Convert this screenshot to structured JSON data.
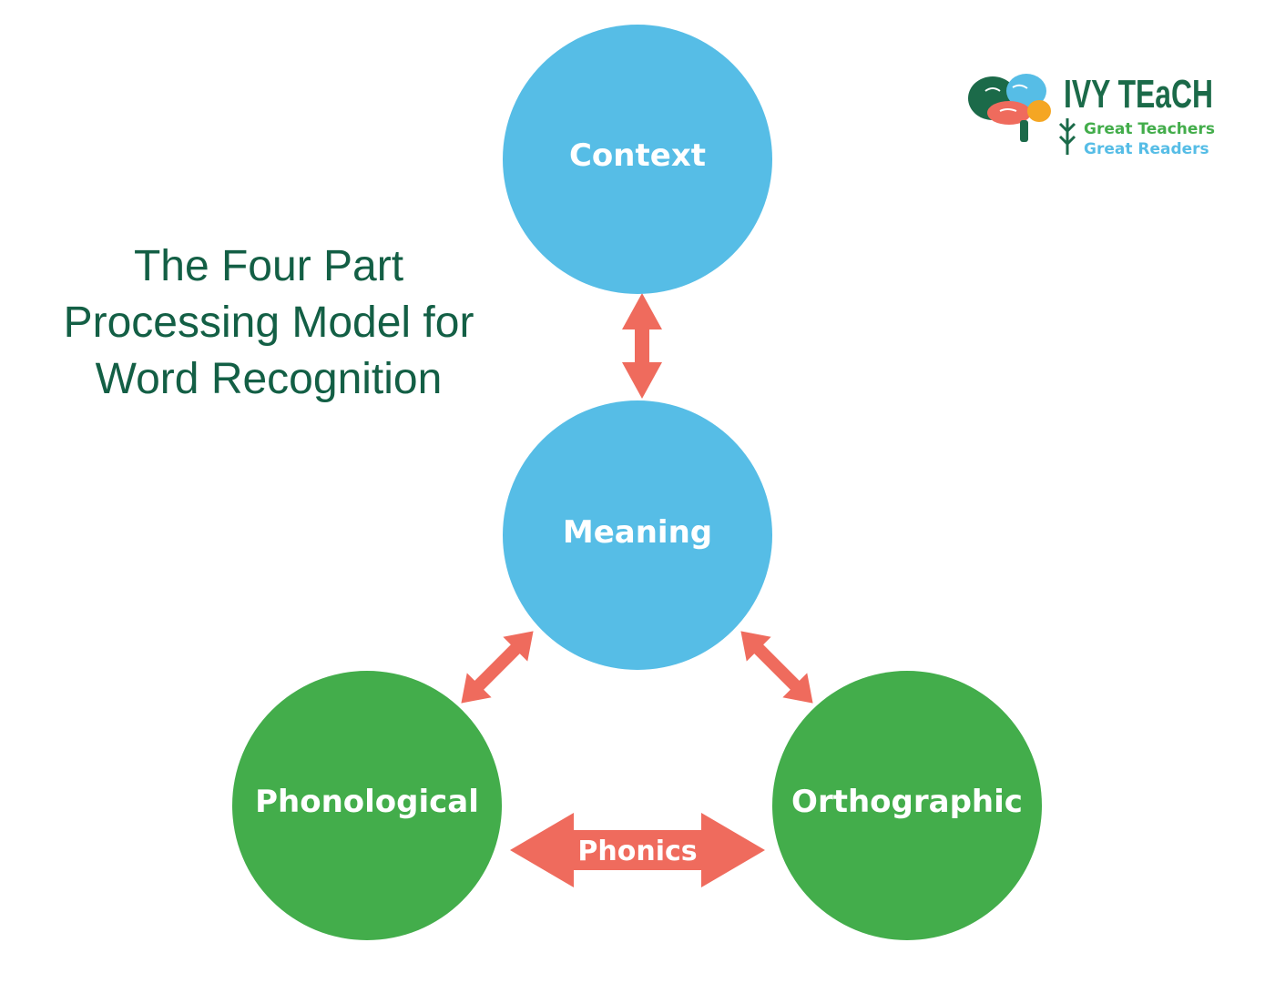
{
  "title": {
    "lines": [
      "The Four Part",
      "Processing Model for",
      "Word Recognition"
    ]
  },
  "logo": {
    "name": "IVY TEaCH",
    "tagline_1": "Great Teachers",
    "tagline_2": "Great Readers",
    "icon": "brain-icon"
  },
  "nodes": {
    "context": "Context",
    "meaning": "Meaning",
    "phonological": "Phonological",
    "orthographic": "Orthographic"
  },
  "arrows": {
    "phonics": "Phonics"
  },
  "colors": {
    "blue_node": "#56bde6",
    "green_node": "#43ad4b",
    "arrow": "#ef6b5d",
    "title_text": "#135f45",
    "logo_green": "#1b6a49",
    "tagline_green": "#43ad4b",
    "tagline_blue": "#56bde6"
  }
}
